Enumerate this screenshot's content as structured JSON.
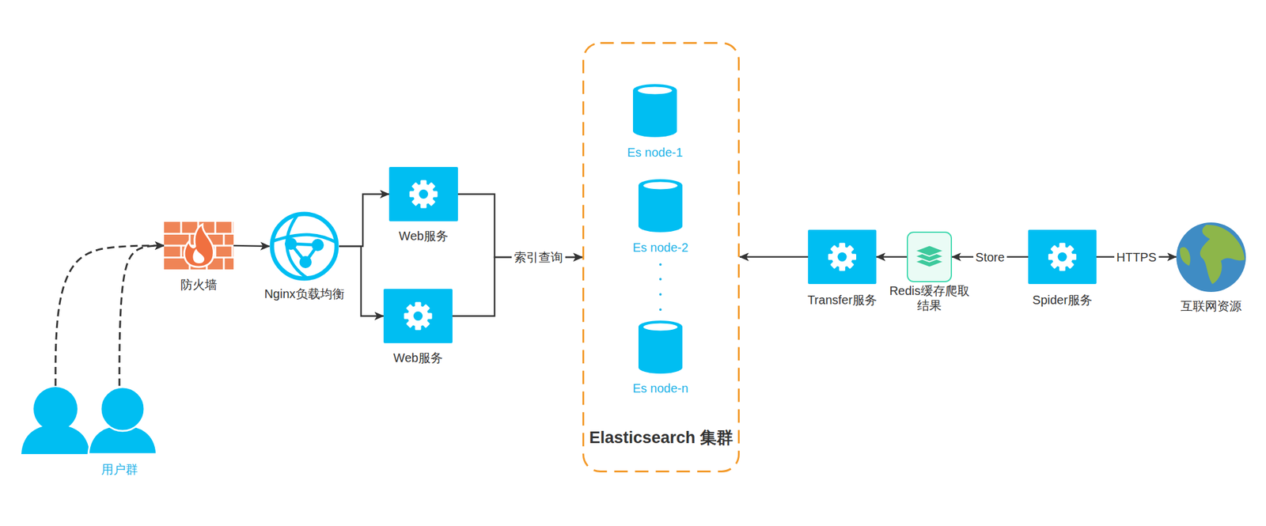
{
  "diagram": {
    "nodes": [
      {
        "text": [
          "用户群"
        ]
      },
      {
        "text": [
          "防火墙"
        ]
      },
      {
        "text": [
          "Nginx负载均衡"
        ]
      },
      {
        "text": [
          "Web服务"
        ]
      },
      {
        "text": [
          "Web服务"
        ]
      },
      {
        "text": [
          "Elasticsearch 集群"
        ]
      },
      {
        "text": [
          "Es node-1"
        ],
        "in": 5
      },
      {
        "text": [
          "Es node-2"
        ],
        "in": 5
      },
      {
        "text": [
          "Es node-n"
        ],
        "in": 5
      },
      {
        "text": [
          "Transfer服务"
        ]
      },
      {
        "text": [
          "Redis缓存爬取 结果"
        ]
      },
      {
        "text": [
          "Spider服务"
        ]
      },
      {
        "text": [
          "互联网资源"
        ]
      }
    ],
    "edges": [
      {
        "from": 0,
        "to": 1,
        "arrow": "to"
      },
      {
        "from": 0,
        "to": 1,
        "arrow": "to"
      },
      {
        "from": 1,
        "to": 2,
        "arrow": "to"
      },
      {
        "from": 2,
        "to": 3,
        "arrow": "to"
      },
      {
        "from": 2,
        "to": 4,
        "arrow": "to"
      },
      {
        "from": 3,
        "to": 5,
        "label": "索引查询",
        "arrow": "to"
      },
      {
        "from": 4,
        "to": 5,
        "arrow": "to"
      },
      {
        "from": 9,
        "to": 5,
        "arrow": "to"
      },
      {
        "from": 10,
        "to": 9,
        "arrow": "to"
      },
      {
        "from": 11,
        "to": 10,
        "label": "Store",
        "arrow": "to"
      },
      {
        "from": 11,
        "to": 12,
        "label": "HTTPS",
        "arrow": "to"
      }
    ]
  }
}
